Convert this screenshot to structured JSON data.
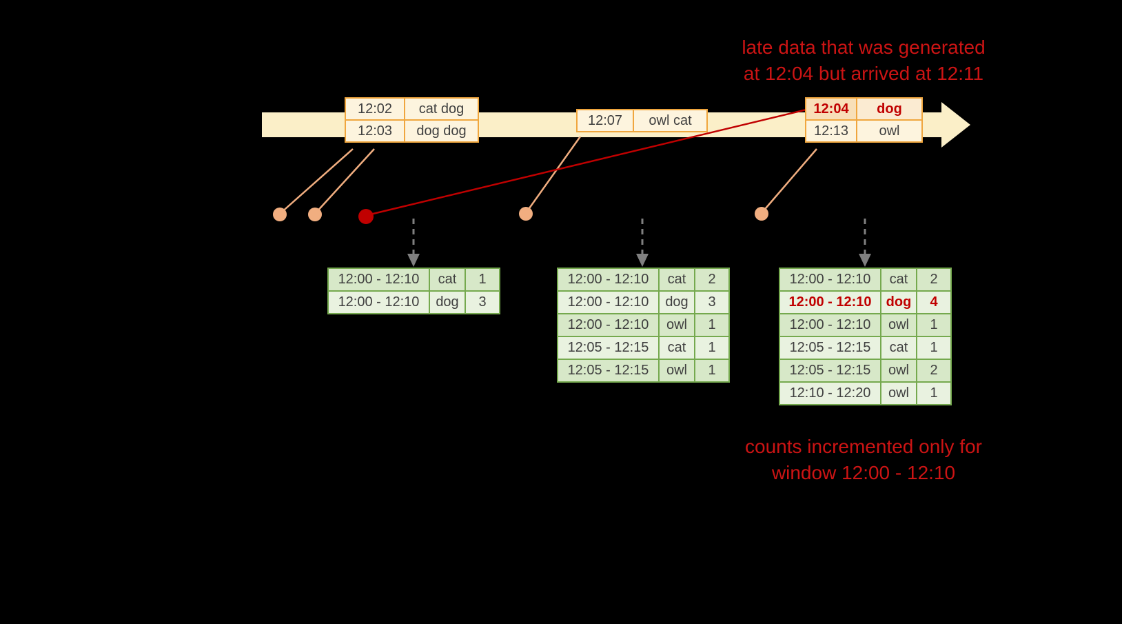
{
  "colors": {
    "background": "#000000",
    "annotation_red": "#cc1414",
    "highlight_red": "#c00000",
    "timeline_fill": "#fbefc8",
    "event_box_border": "#f0a63e",
    "event_box_fill": "#fdf4de",
    "late_cell_fill": "#f8dfb8",
    "dot_orange": "#f1ae80",
    "trigger_arrow_gray": "#808080",
    "result_table_border": "#75a94e",
    "result_row_dark": "#d7e8c8",
    "result_row_light": "#e9f2e0",
    "table_text": "#3f3f3f"
  },
  "annotation_top": {
    "line1": "late data that was generated",
    "line2": "at 12:04 but arrived at 12:11"
  },
  "annotation_bottom": {
    "line1": "counts incremented only for",
    "line2": "window 12:00 - 12:10"
  },
  "event_boxes": {
    "box1": {
      "rows": [
        [
          "12:02",
          "cat dog"
        ],
        [
          "12:03",
          "dog dog"
        ]
      ]
    },
    "box2": {
      "rows": [
        [
          "12:07",
          "owl cat"
        ]
      ]
    },
    "box3": {
      "rows": [
        [
          "12:04",
          "dog"
        ],
        [
          "12:13",
          "owl"
        ]
      ]
    }
  },
  "result_tables": {
    "t1": {
      "rows": [
        [
          "12:00 - 12:10",
          "cat",
          "1"
        ],
        [
          "12:00 - 12:10",
          "dog",
          "3"
        ]
      ]
    },
    "t2": {
      "rows": [
        [
          "12:00 - 12:10",
          "cat",
          "2"
        ],
        [
          "12:00 - 12:10",
          "dog",
          "3"
        ],
        [
          "12:00 - 12:10",
          "owl",
          "1"
        ],
        [
          "12:05 - 12:15",
          "cat",
          "1"
        ],
        [
          "12:05 - 12:15",
          "owl",
          "1"
        ]
      ]
    },
    "t3": {
      "rows": [
        [
          "12:00 - 12:10",
          "cat",
          "2"
        ],
        [
          "12:00 - 12:10",
          "dog",
          "4"
        ],
        [
          "12:00 - 12:10",
          "owl",
          "1"
        ],
        [
          "12:05 - 12:15",
          "cat",
          "1"
        ],
        [
          "12:05 - 12:15",
          "owl",
          "2"
        ],
        [
          "12:10 - 12:20",
          "owl",
          "1"
        ]
      ]
    }
  }
}
